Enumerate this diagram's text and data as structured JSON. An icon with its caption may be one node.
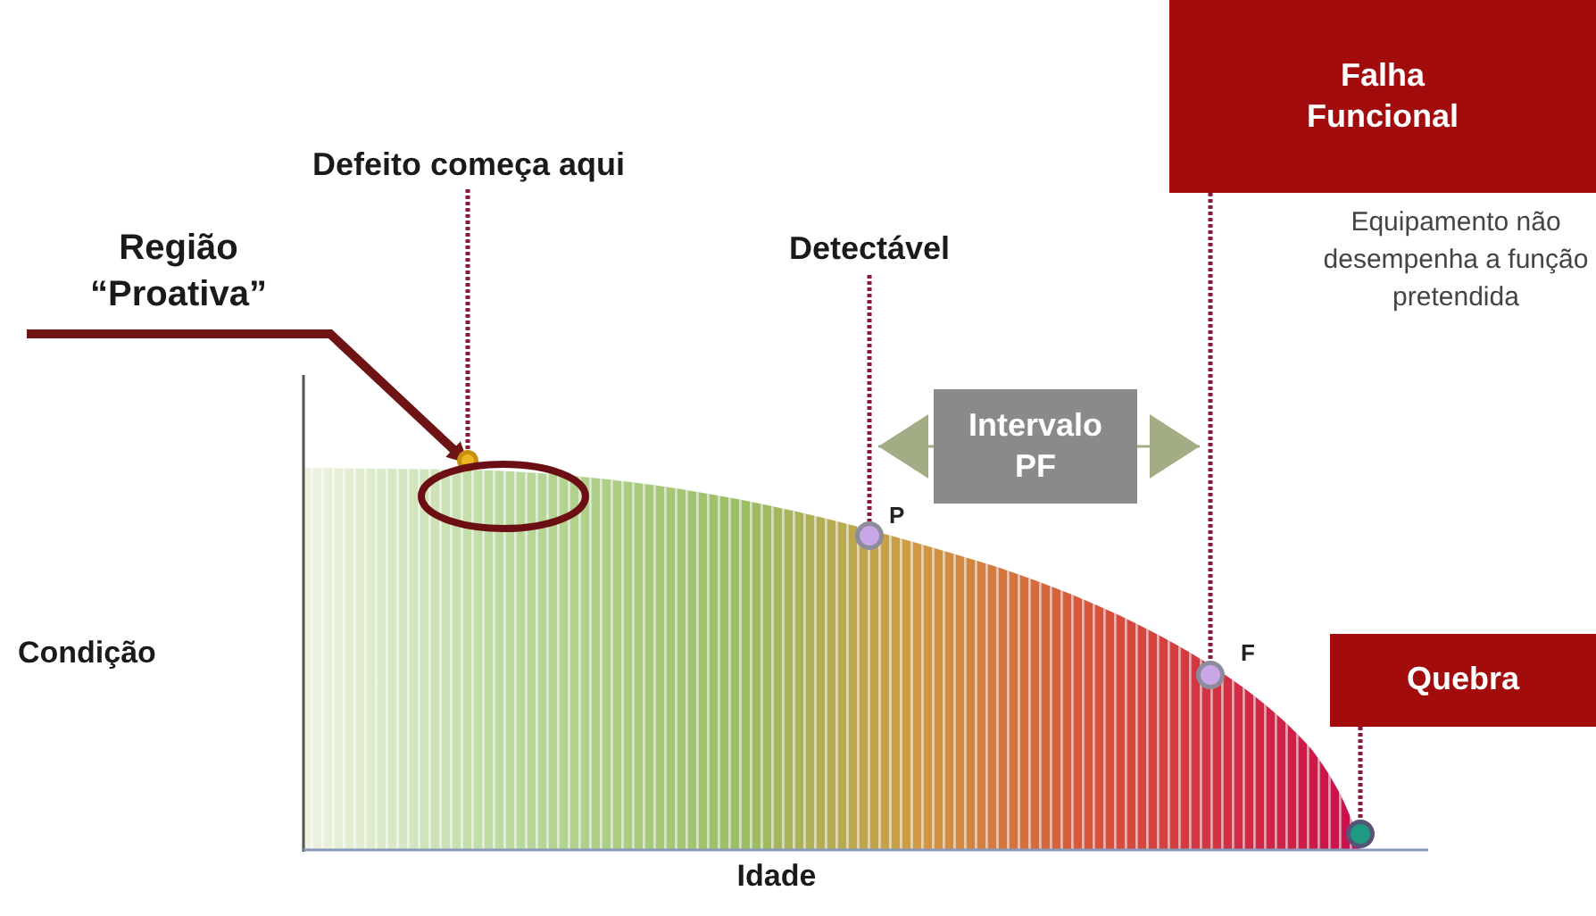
{
  "diagram": {
    "nodes": [
      {
        "text": [
          "Defeito começa aqui"
        ]
      },
      {
        "text": [],
        "shape": "circle"
      },
      {
        "text": [
          "Região “Proativa”"
        ]
      },
      {
        "text": [],
        "shape": "ellipse"
      },
      {
        "text": [
          "Detectável"
        ]
      },
      {
        "text": [],
        "shape": "circle",
        "beside": [
          "P"
        ]
      },
      {
        "text": [
          "Falha Funcional"
        ],
        "beside": [
          "Equipamento não desempenha a função pretendida"
        ]
      },
      {
        "text": [],
        "shape": "circle",
        "beside": [
          "F"
        ]
      },
      {
        "text": [
          "Quebra"
        ]
      },
      {
        "text": [],
        "shape": "circle"
      },
      {
        "text": [
          "Intervalo PF"
        ]
      }
    ],
    "edges": [
      {
        "from": 0,
        "to": 1,
        "arrow": "none",
        "style": "dashed"
      },
      {
        "from": 2,
        "to": 3,
        "arrow": "to",
        "style": "thick"
      },
      {
        "from": 4,
        "to": 5,
        "arrow": "none",
        "style": "dashed"
      },
      {
        "from": 6,
        "to": 7,
        "arrow": "none",
        "style": "dashed"
      },
      {
        "from": 8,
        "to": 9,
        "arrow": "none",
        "style": "dashed"
      },
      {
        "from": 10,
        "to": null,
        "arrow": "to",
        "color": "#a3ad85"
      },
      {
        "from": 10,
        "to": null,
        "arrow": "to",
        "color": "#a3ad85"
      }
    ],
    "labels": [
      "Condição",
      "Idade"
    ]
  }
}
